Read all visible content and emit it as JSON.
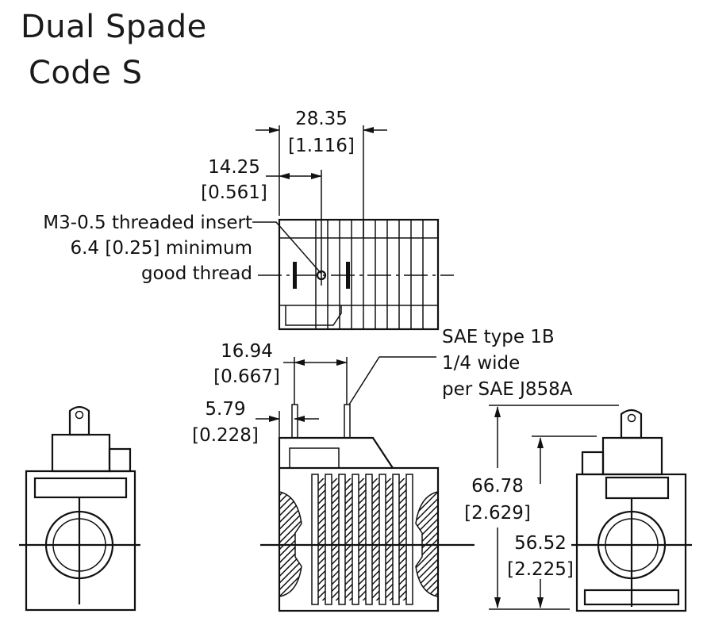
{
  "title": {
    "line1": "Dual Spade",
    "line2": "Code S"
  },
  "dimensions": {
    "top_width": {
      "mm": "28.35",
      "in": "[1.116]"
    },
    "insert_offset": {
      "mm": "14.25",
      "in": "[0.561]"
    },
    "spade_spacing": {
      "mm": "16.94",
      "in": "[0.667]"
    },
    "spade_offset": {
      "mm": "5.79",
      "in": "[0.228]"
    },
    "overall_height": {
      "mm": "66.78",
      "in": "[2.629]"
    },
    "body_height": {
      "mm": "56.52",
      "in": "[2.225]"
    }
  },
  "notes": {
    "insert": {
      "line1": "M3-0.5 threaded insert",
      "line2": "6.4 [0.25] minimum",
      "line3": "good thread"
    },
    "terminal": {
      "line1": "SAE type 1B",
      "line2": "1/4 wide",
      "line3": "per SAE J858A"
    }
  }
}
